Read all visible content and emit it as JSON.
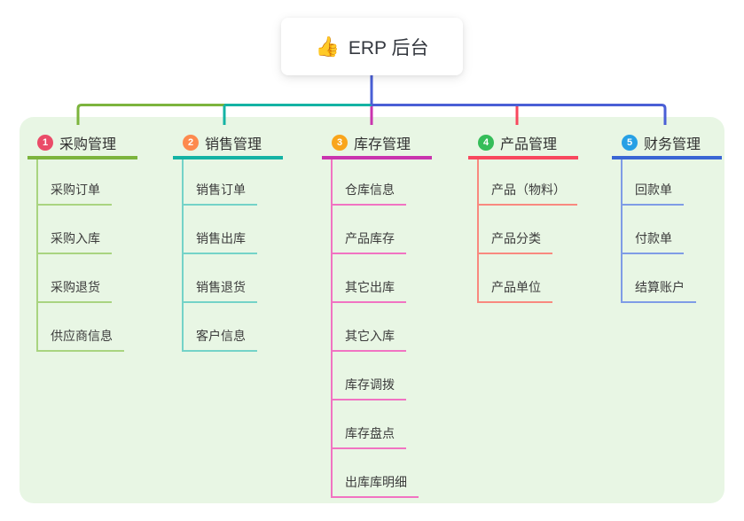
{
  "root": {
    "icon": "👍",
    "title": "ERP 后台"
  },
  "colors": {
    "panel_bg": "#e8f6e4",
    "root_connector_blue": "#4a5fd6",
    "top_green": "#7cb43d",
    "top_teal": "#14b3a4",
    "top_magenta": "#c934ae",
    "top_red": "#f8485e"
  },
  "branches": [
    {
      "number": "1",
      "title": "采购管理",
      "badge_color": "#ea4c68",
      "line_color": "#7cb43d",
      "sub_line_color": "#a9d480",
      "items": [
        "采购订单",
        "采购入库",
        "采购退货",
        "供应商信息"
      ]
    },
    {
      "number": "2",
      "title": "销售管理",
      "badge_color": "#fd8a4e",
      "line_color": "#14b3a4",
      "sub_line_color": "#74d3c8",
      "items": [
        "销售订单",
        "销售出库",
        "销售退货",
        "客户信息"
      ]
    },
    {
      "number": "3",
      "title": "库存管理",
      "badge_color": "#f9a51b",
      "line_color": "#c934ae",
      "sub_line_color": "#f173c2",
      "items": [
        "仓库信息",
        "产品库存",
        "其它出库",
        "其它入库",
        "库存调拨",
        "库存盘点",
        "出库库明细"
      ]
    },
    {
      "number": "4",
      "title": "产品管理",
      "badge_color": "#35bd59",
      "line_color": "#f8485e",
      "sub_line_color": "#f9897f",
      "items": [
        "产品（物料）",
        "产品分类",
        "产品单位"
      ]
    },
    {
      "number": "5",
      "title": "财务管理",
      "badge_color": "#27a0e5",
      "line_color": "#3a66d4",
      "sub_line_color": "#7f9ce6",
      "items": [
        "回款单",
        "付款单",
        "结算账户"
      ]
    }
  ]
}
